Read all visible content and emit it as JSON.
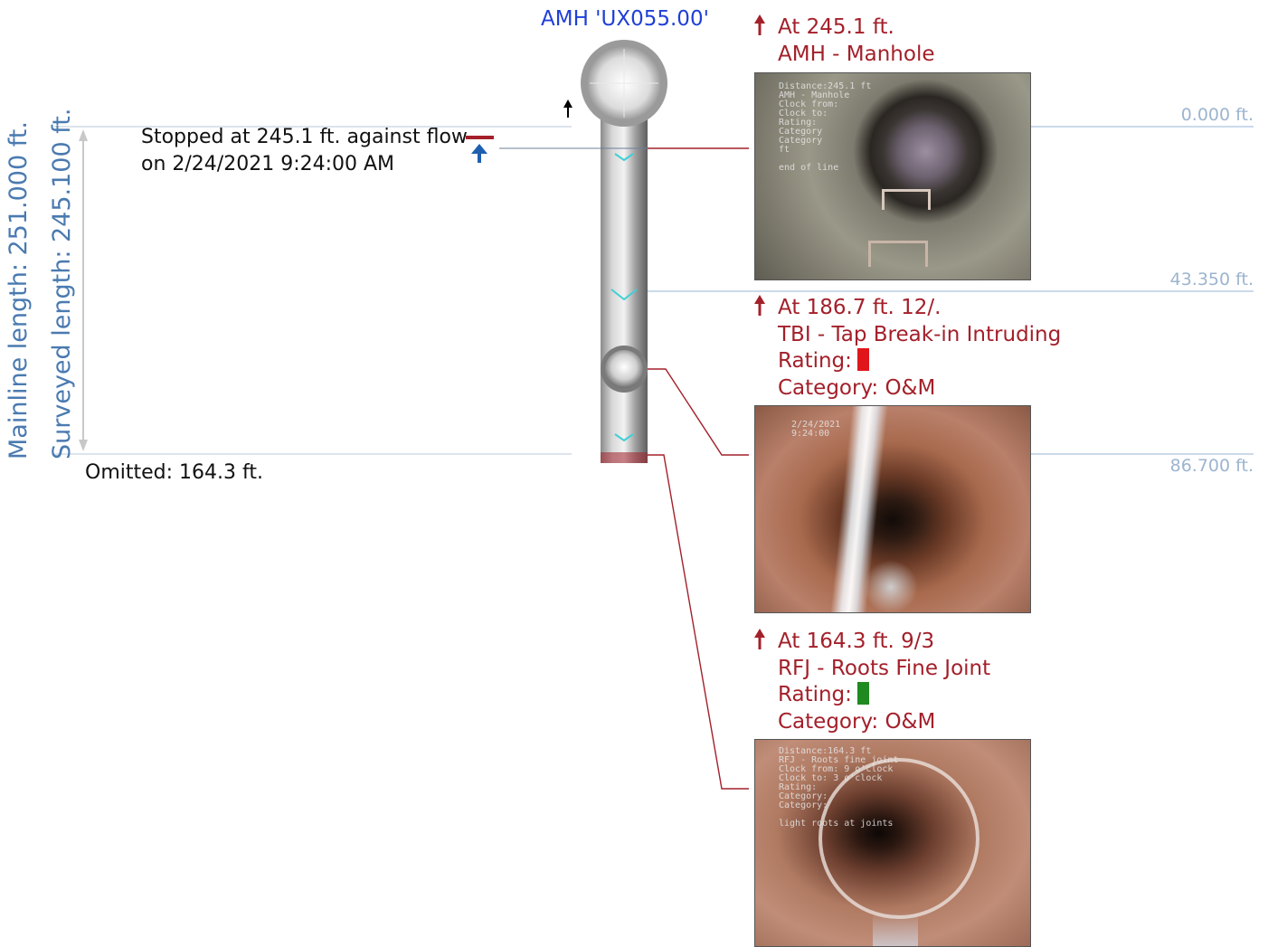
{
  "manhole": {
    "label": "AMH 'UX055.00'"
  },
  "lengths": {
    "mainline": "Mainline  length:  251.000 ft.",
    "surveyed": "Surveyed length:  245.100 ft."
  },
  "stop_note": {
    "line1": "Stopped at 245.1 ft. against flow",
    "line2": "on 2/24/2021 9:24:00 AM"
  },
  "omitted": "Omitted:  164.3  ft.",
  "scale_ticks": [
    "0.000 ft.",
    "43.350 ft.",
    "86.700 ft."
  ],
  "observations": [
    {
      "position": "At 245.1 ft.",
      "code": "AMH - Manhole",
      "osd": "Distance:245.1 ft\nAMH - Manhole\nClock from:\nClock to:\nRating:\nCategory\nCategory\nft\n\nend of line"
    },
    {
      "position": "At 186.7 ft. 12/.",
      "code": "TBI - Tap Break-in Intruding",
      "rating_label": "Rating:",
      "rating_color": "#e0161b",
      "category": "Category: O&M",
      "osd": "2/24/2021\n9:24:00"
    },
    {
      "position": "At 164.3 ft. 9/3",
      "code": "RFJ - Roots Fine Joint",
      "rating_label": "Rating:",
      "rating_color": "#1f8a1f",
      "category": "Category: O&M",
      "osd": "Distance:164.3 ft\nRFJ - Roots fine joint\nClock from: 9 o'clock\nClock to: 3 o'clock\nRating:\nCategory:\nCategory:\n\nlight roots at joints"
    }
  ],
  "colors": {
    "accent_blue": "#4a7ab0",
    "observation_red": "#a3202a",
    "manhole_label_blue": "#1f3fd6",
    "scale_line": "#b9cde3"
  }
}
